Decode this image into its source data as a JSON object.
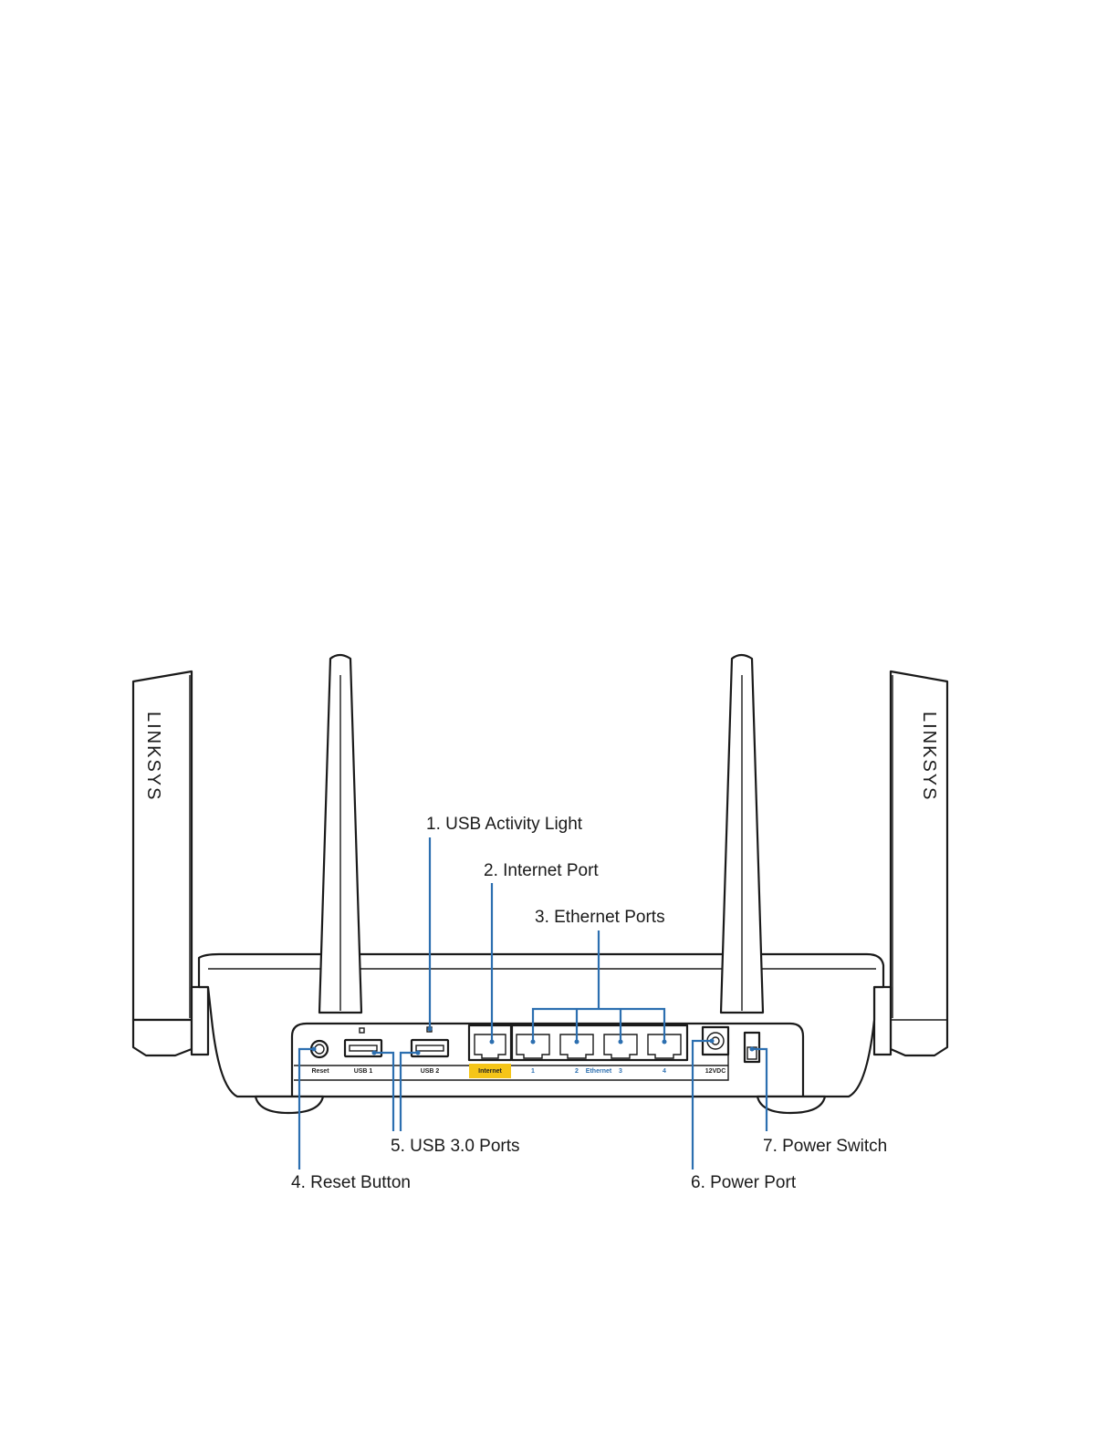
{
  "brand": {
    "logo_text": "LINKSYS"
  },
  "callouts": [
    {
      "id": "usb-activity-light",
      "text": "1. USB Activity Light"
    },
    {
      "id": "internet-port",
      "text": "2. Internet Port"
    },
    {
      "id": "ethernet-ports",
      "text": "3. Ethernet Ports"
    },
    {
      "id": "reset-button",
      "text": "4. Reset Button"
    },
    {
      "id": "usb-ports",
      "text": "5. USB 3.0 Ports"
    },
    {
      "id": "power-port",
      "text": "6. Power Port"
    },
    {
      "id": "power-switch",
      "text": "7. Power Switch"
    }
  ],
  "port_labels": {
    "reset": "Reset",
    "usb1": "USB 1",
    "usb2": "USB 2",
    "internet": "Internet",
    "eth1": "1",
    "eth2": "2",
    "ethernet": "Ethernet",
    "eth3": "3",
    "eth4": "4",
    "power": "12VDC"
  },
  "colors": {
    "leader": "#2c6fb0",
    "internet_highlight": "#f5c518",
    "outline": "#1a1a1a"
  }
}
